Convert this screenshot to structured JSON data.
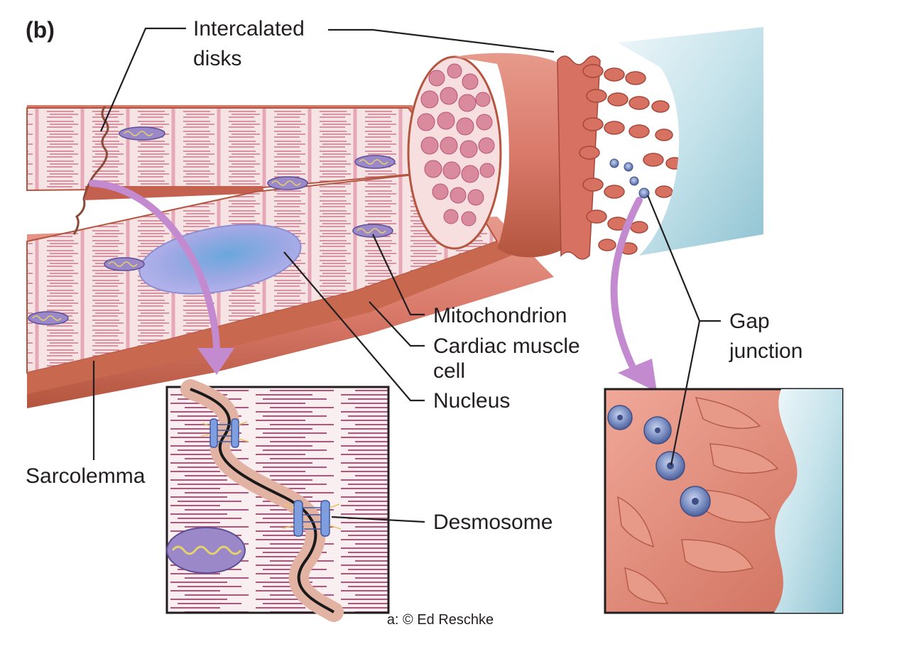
{
  "figure": {
    "panel_letter": "(b)",
    "labels": {
      "intercalated_disks_1": "Intercalated",
      "intercalated_disks_2": "disks",
      "mitochondrion": "Mitochondrion",
      "cardiac_muscle_cell_1": "Cardiac muscle",
      "cardiac_muscle_cell_2": "cell",
      "nucleus": "Nucleus",
      "gap_junction_1": "Gap",
      "gap_junction_2": "junction",
      "sarcolemma": "Sarcolemma",
      "desmosome": "Desmosome"
    },
    "credit": "a: © Ed Reschke"
  },
  "colors": {
    "muscle_surface": "#d9796a",
    "muscle_dark": "#b4553f",
    "myofibril_bg": "#f6e3e4",
    "striation": "#b8527a",
    "nucleus": "#a7a8e6",
    "connective_tissue": "#c4e2ea",
    "arrow": "#c48ad0",
    "gap_junction": "#7b8fc2",
    "leader_line": "#231f20"
  }
}
